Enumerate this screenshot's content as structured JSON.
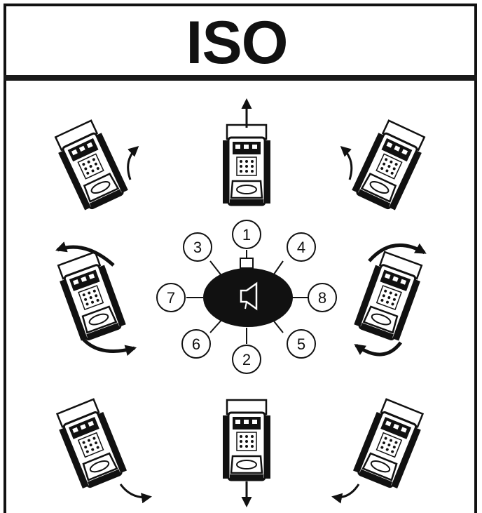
{
  "header": {
    "title": "ISO"
  },
  "control": {
    "icon": "horn-icon",
    "positions": [
      "1",
      "2",
      "3",
      "4",
      "5",
      "6",
      "7",
      "8"
    ]
  },
  "colors": {
    "ink": "#111111",
    "background": "#ffffff"
  }
}
